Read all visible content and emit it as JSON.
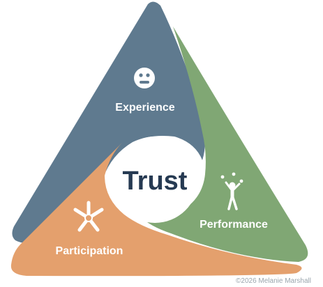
{
  "center": {
    "label": "Trust"
  },
  "segments": [
    {
      "id": "experience",
      "label": "Experience",
      "color": "#5f7a8f",
      "icon": "smiley-face-icon"
    },
    {
      "id": "performance",
      "label": "Performance",
      "color": "#80a774",
      "icon": "juggler-icon"
    },
    {
      "id": "participation",
      "label": "Participation",
      "color": "#e4a06d",
      "icon": "joined-hands-icon"
    }
  ],
  "credit": "©2026 Melanie Marshall",
  "colors": {
    "center_fill": "#ffffff",
    "center_text": "#263a52",
    "credit_text": "#9aa5ad"
  }
}
